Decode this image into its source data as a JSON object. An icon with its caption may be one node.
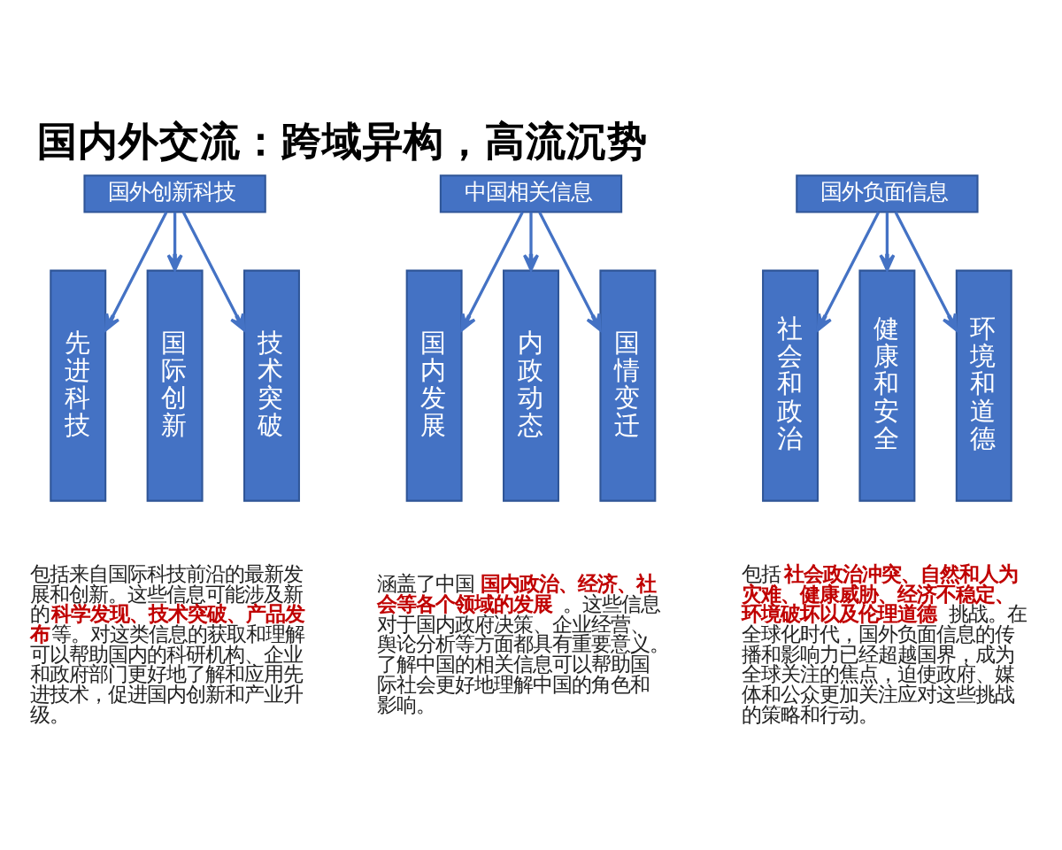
{
  "diagram": {
    "title": "国内外交流：跨域异构，高流沉势",
    "nodes": [
      {
        "text": [
          "国外创新科技"
        ]
      },
      {
        "text": [
          "先进科技"
        ]
      },
      {
        "text": [
          "国际创新"
        ]
      },
      {
        "text": [
          "技术突破"
        ]
      },
      {
        "text": [
          "中国相关信息"
        ]
      },
      {
        "text": [
          "国内发展"
        ]
      },
      {
        "text": [
          "内政动态"
        ]
      },
      {
        "text": [
          "国情变迁"
        ]
      },
      {
        "text": [
          "国外负面信息"
        ]
      },
      {
        "text": [
          "社会和政治"
        ]
      },
      {
        "text": [
          "健康和安全"
        ]
      },
      {
        "text": [
          "环境和道德"
        ]
      }
    ],
    "edges": [
      {
        "from": 0,
        "to": 1,
        "arrow": "to"
      },
      {
        "from": 0,
        "to": 2,
        "arrow": "to"
      },
      {
        "from": 0,
        "to": 3,
        "arrow": "to"
      },
      {
        "from": 4,
        "to": 5,
        "arrow": "to"
      },
      {
        "from": 4,
        "to": 6,
        "arrow": "to"
      },
      {
        "from": 4,
        "to": 7,
        "arrow": "to"
      },
      {
        "from": 8,
        "to": 9,
        "arrow": "to"
      },
      {
        "from": 8,
        "to": 10,
        "arrow": "to"
      },
      {
        "from": 8,
        "to": 11,
        "arrow": "to"
      }
    ],
    "labels": [
      "包括来自国际科技前沿的最新发展和创新。这些信息可能涉及新的**科学发现、技术突破、产品发布**等。对这类信息的获取和理解可以帮助国内的科研机构、企业和政府部门更好地了解和应用先进技术，促进国内创新和产业升级。",
      "涵盖了中国**国内政治、经济、社会等各个领域的发展**。这些信息对于国内政府决策、企业经营、舆论分析等方面都具有重要意义。了解中国的相关信息可以帮助国际社会更好地理解中国的角色和影响。",
      "包括**社会政治冲突、自然和人为灾难、健康威胁、经济不稳定、环境破坏以及伦理道德**挑战。在全球化时代，国外负面信息的传播和影响力已经超越国界，成为全球关注的焦点，迫使政府、媒体和公众更加关注应对这些挑战的策略和行动。"
    ]
  }
}
